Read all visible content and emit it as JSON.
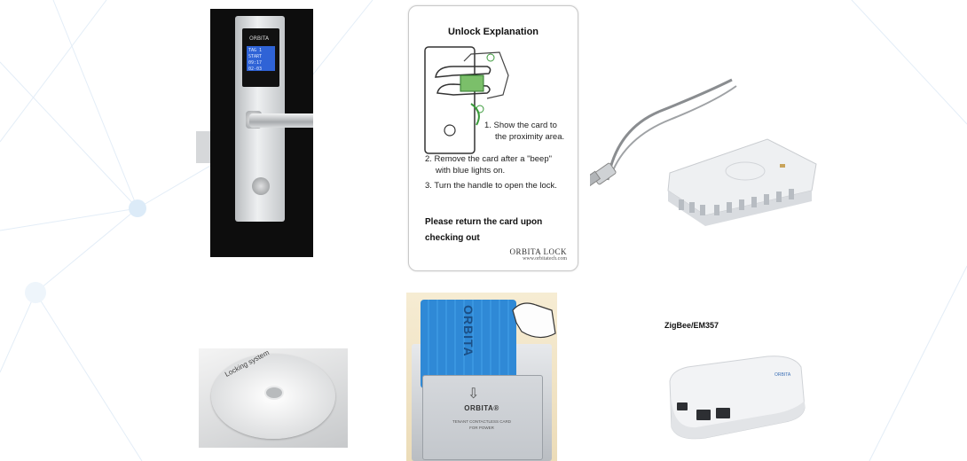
{
  "lock": {
    "logo": "ORBITA",
    "lcd_line1": "TAG 1 START",
    "lcd_line2": "09:17",
    "lcd_line3": "02-03"
  },
  "card": {
    "title": "Unlock Explanation",
    "step1_a": "1. Show the card to",
    "step1_b": "the proximity area.",
    "step2_a": "2. Remove the card after a \"beep\"",
    "step2_b": "with blue lights on.",
    "step3": "3. Turn the handle to open the lock.",
    "return_a": "Please return the card upon",
    "return_b": "checking out",
    "brand": "ORBITA LOCK",
    "site": "www.orbitatech.com"
  },
  "cd": {
    "label": "Locking system"
  },
  "saver": {
    "card_text": "ORBITA",
    "brand": "ORBITA®",
    "fine_a": "TENANT CONTACTLESS CARD",
    "fine_b": "FOR POWER"
  },
  "gateway": {
    "label": "ZigBee/EM357",
    "brand_mark": "ORBITA"
  },
  "colors": {
    "lcd_blue": "#2f63d6",
    "keycard_blue": "#2f89d6",
    "background_net": "#d9e6f4"
  },
  "icons": [
    "arrow-down-icon",
    "hand-icon",
    "usb-plug-icon"
  ]
}
